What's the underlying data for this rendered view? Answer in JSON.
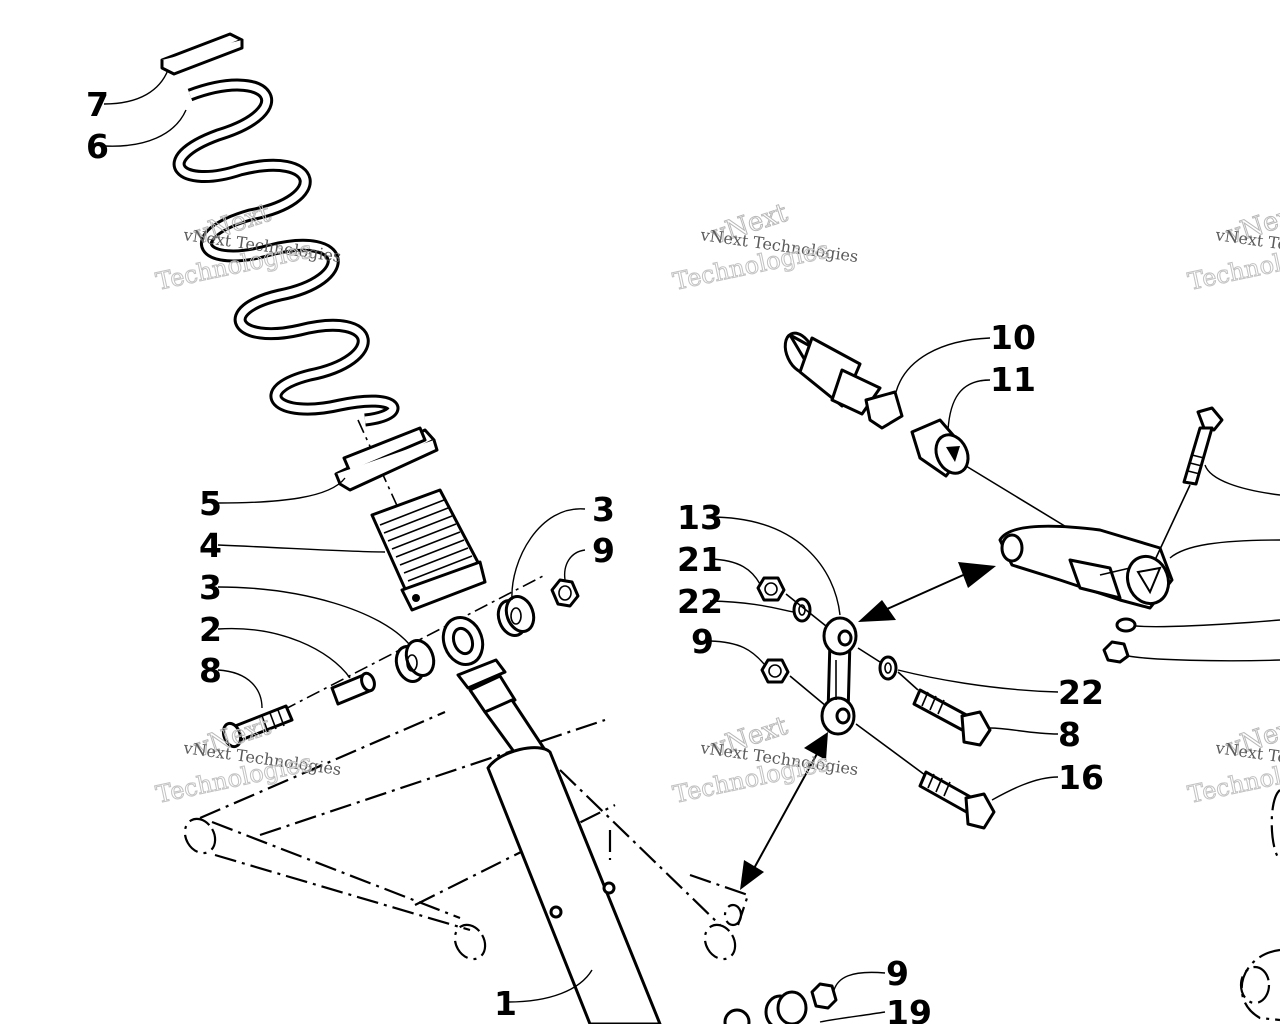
{
  "diagram": {
    "callouts": [
      {
        "id": "c7",
        "label": "7"
      },
      {
        "id": "c6",
        "label": "6"
      },
      {
        "id": "c5",
        "label": "5"
      },
      {
        "id": "c4",
        "label": "4"
      },
      {
        "id": "c3a",
        "label": "3"
      },
      {
        "id": "c2",
        "label": "2"
      },
      {
        "id": "c8a",
        "label": "8"
      },
      {
        "id": "c3b",
        "label": "3"
      },
      {
        "id": "c9a",
        "label": "9"
      },
      {
        "id": "c1",
        "label": "1"
      },
      {
        "id": "c10",
        "label": "10"
      },
      {
        "id": "c11",
        "label": "11"
      },
      {
        "id": "c13",
        "label": "13"
      },
      {
        "id": "c21",
        "label": "21"
      },
      {
        "id": "c22a",
        "label": "22"
      },
      {
        "id": "c9b",
        "label": "9"
      },
      {
        "id": "c22b",
        "label": "22"
      },
      {
        "id": "c8b",
        "label": "8"
      },
      {
        "id": "c16",
        "label": "16"
      },
      {
        "id": "c9c",
        "label": "9"
      },
      {
        "id": "c19",
        "label": "19"
      }
    ],
    "watermarks": [
      {
        "line1": "vNext Technologies",
        "line2": "vNext",
        "line3": "Technologies"
      },
      {
        "line1": "vNext Technologies",
        "line2": "vNext",
        "line3": "Technologies"
      },
      {
        "line1": "vNext Technologies",
        "line2": "vNext",
        "line3": "Technologies"
      },
      {
        "line1": "vNext Technologies",
        "line2": "vNext",
        "line3": "Technologies"
      },
      {
        "line1": "vNext Technologies",
        "line2": "vNext",
        "line3": "Technologies"
      },
      {
        "line1": "vNext Technologies",
        "line2": "vNext",
        "line3": "Technologies"
      }
    ]
  }
}
